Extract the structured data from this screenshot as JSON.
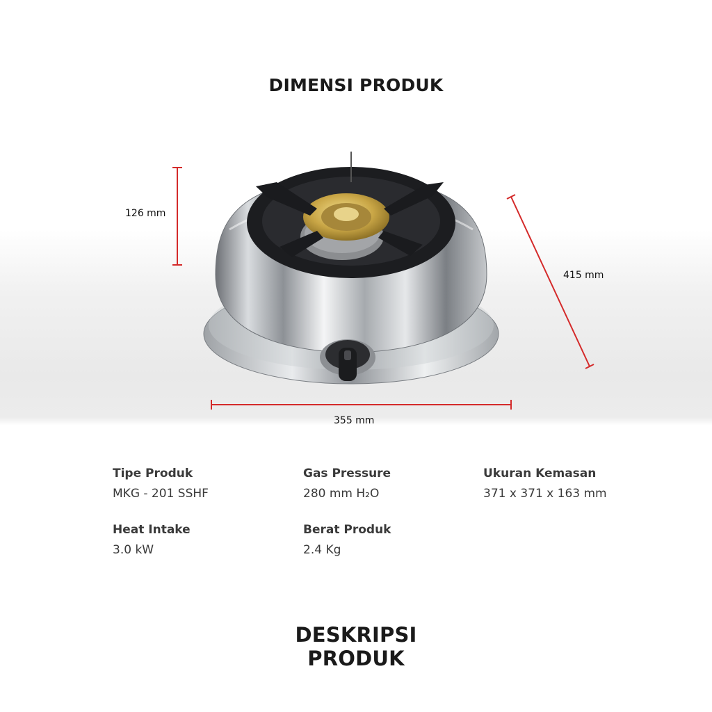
{
  "header": {
    "title": "DIMENSI PRODUK"
  },
  "dimensions": {
    "height": "126 mm",
    "depth": "415 mm",
    "width": "355 mm",
    "line_color": "#d42a2a"
  },
  "specs": [
    {
      "label": "Tipe Produk",
      "value": "MKG - 201 SSHF"
    },
    {
      "label": "Gas Pressure",
      "value": "280 mm H₂O"
    },
    {
      "label": "Ukuran Kemasan",
      "value": "371 x 371 x 163 mm"
    },
    {
      "label": "Heat Intake",
      "value": "3.0 kW"
    },
    {
      "label": "Berat Produk",
      "value": "2.4 Kg"
    }
  ],
  "footer": {
    "title_line1": "DESKRIPSI",
    "title_line2": "PRODUK"
  }
}
